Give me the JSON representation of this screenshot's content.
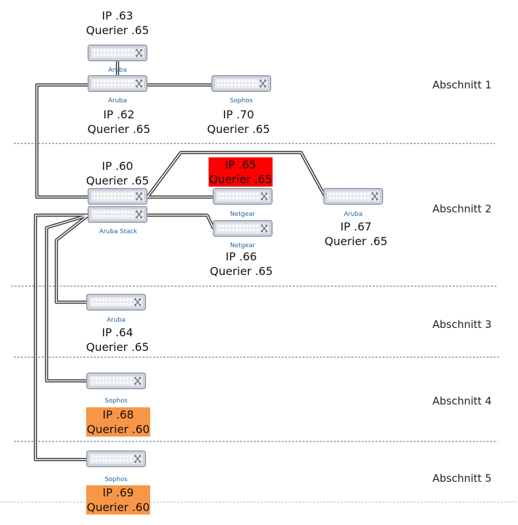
{
  "colors": {
    "switch_fill": "#d7d9dc",
    "switch_border": "#8a97ab",
    "cable": "#333333",
    "device_label": "#1f5fa0",
    "highlight_conflict": "#ff0000",
    "highlight_warning": "#f79646",
    "divider": "#666666"
  },
  "sections": [
    "Abschnitt 1",
    "Abschnitt 2",
    "Abschnitt 3",
    "Abschnitt 4",
    "Abschnitt 5"
  ],
  "devices": {
    "aruba_63": "Aruba",
    "aruba_62": "Aruba",
    "sophos_70": "Sophos",
    "aruba_stack": "Aruba Stack",
    "netgear_65": "",
    "netgear_66": "Netgear",
    "aruba_67": "Aruba",
    "aruba_64": "Aruba",
    "sophos_68": "Sophos",
    "sophos_69": "Sophos",
    "netgear_label_upper": "Netgear"
  },
  "labels": {
    "sw63": {
      "ip": "IP .63",
      "querier": "Querier .65"
    },
    "sw62": {
      "ip": "IP .62",
      "querier": "Querier .65"
    },
    "sw70": {
      "ip": "IP .70",
      "querier": "Querier .65"
    },
    "sw60": {
      "ip": "IP .60",
      "querier": "Querier .65"
    },
    "sw65": {
      "ip": "IP .65",
      "querier": "Querier .65"
    },
    "sw67": {
      "ip": "IP .67",
      "querier": "Querier .65"
    },
    "sw66": {
      "ip": "IP .66",
      "querier": "Querier .65"
    },
    "sw64": {
      "ip": "IP .64",
      "querier": "Querier .65"
    },
    "sw68": {
      "ip": "IP .68",
      "querier": "Querier .60"
    },
    "sw69": {
      "ip": "IP .69",
      "querier": "Querier .60"
    }
  }
}
